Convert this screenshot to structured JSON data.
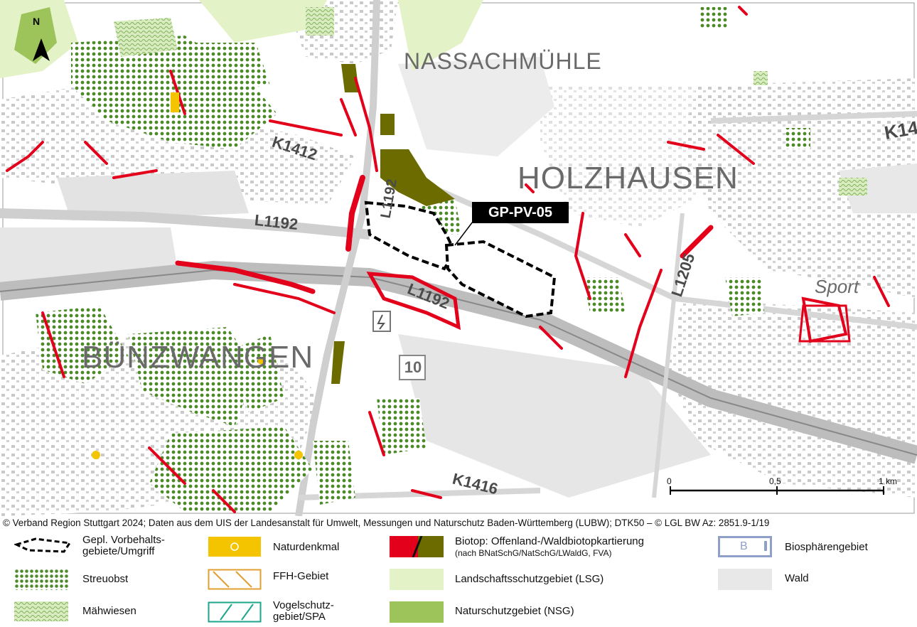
{
  "map": {
    "north": "N",
    "places": [
      {
        "key": "nassachmuehle",
        "text": "NASSACHMÜHLE"
      },
      {
        "key": "holzhausen",
        "text": "HOLZHAUSEN"
      },
      {
        "key": "buenzwangen",
        "text": "BÜNZWANGEN"
      },
      {
        "key": "sport",
        "text": "Sport"
      }
    ],
    "roads": [
      "K1412",
      "L1192",
      "L1192",
      "L1192",
      "L1205",
      "K1416",
      "K14"
    ],
    "area_label": "GP-PV-05",
    "rail_sign": "10",
    "scale": {
      "zero": "0",
      "half": "0,5",
      "full": "1 km"
    },
    "colors": {
      "biotop_red": "#e3001b",
      "biotop_dark": "#6b6b00",
      "streuobst": "#4f8a2a",
      "lsg": "#e4f2c8",
      "nsg": "#9cc45a",
      "wald": "#e8e8e8",
      "ffh": "#e0a030",
      "spa": "#1ca68c",
      "naturdenkmal": "#f5c400",
      "biosphaere": "#8ea0c8"
    }
  },
  "credit": "© Verband Region Stuttgart 2024; Daten aus dem UIS der Landesanstalt für Umwelt, Messungen und Naturschutz Baden-Württemberg (LUBW); DTK50 – © LGL BW Az: 2851.9-1/19",
  "legend": {
    "vorbehalt_1": "Gepl. Vorbehalts-",
    "vorbehalt_2": "gebiete/Umgriff",
    "streuobst": "Streuobst",
    "maehwiesen": "Mähwiesen",
    "naturdenkmal": "Naturdenkmal",
    "ffh": "FFH-Gebiet",
    "vogel_1": "Vogelschutz-",
    "vogel_2": "gebiet/SPA",
    "biotop_1": "Biotop: Offenland-/Waldbiotopkartierung",
    "biotop_2": "(nach BNatSchG/NatSchG/LWaldG, FVA)",
    "lsg": "Landschaftsschutzgebiet (LSG)",
    "nsg": "Naturschutzgebiet (NSG)",
    "biosphaere": "Biosphärengebiet",
    "biosphaere_symbol": "B",
    "wald": "Wald"
  }
}
